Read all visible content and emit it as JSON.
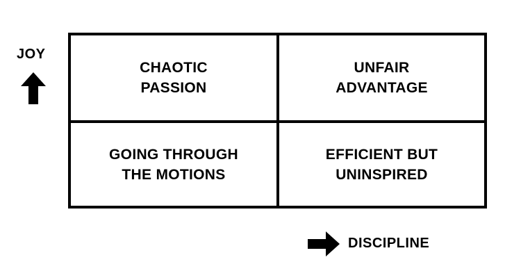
{
  "diagram": {
    "type": "2x2 matrix",
    "y_axis": {
      "label": "JOY",
      "direction": "up",
      "icon": "arrow-up-icon"
    },
    "x_axis": {
      "label": "DISCIPLINE",
      "direction": "right",
      "icon": "arrow-right-icon"
    },
    "quadrants": {
      "top_left": "CHAOTIC\nPASSION",
      "top_right": "UNFAIR\nADVANTAGE",
      "bottom_left": "GOING THROUGH\nTHE MOTIONS",
      "bottom_right": "EFFICIENT BUT\nUNINSPIRED"
    },
    "colors": {
      "line": "#000000",
      "text": "#000000",
      "background": "#ffffff"
    }
  }
}
